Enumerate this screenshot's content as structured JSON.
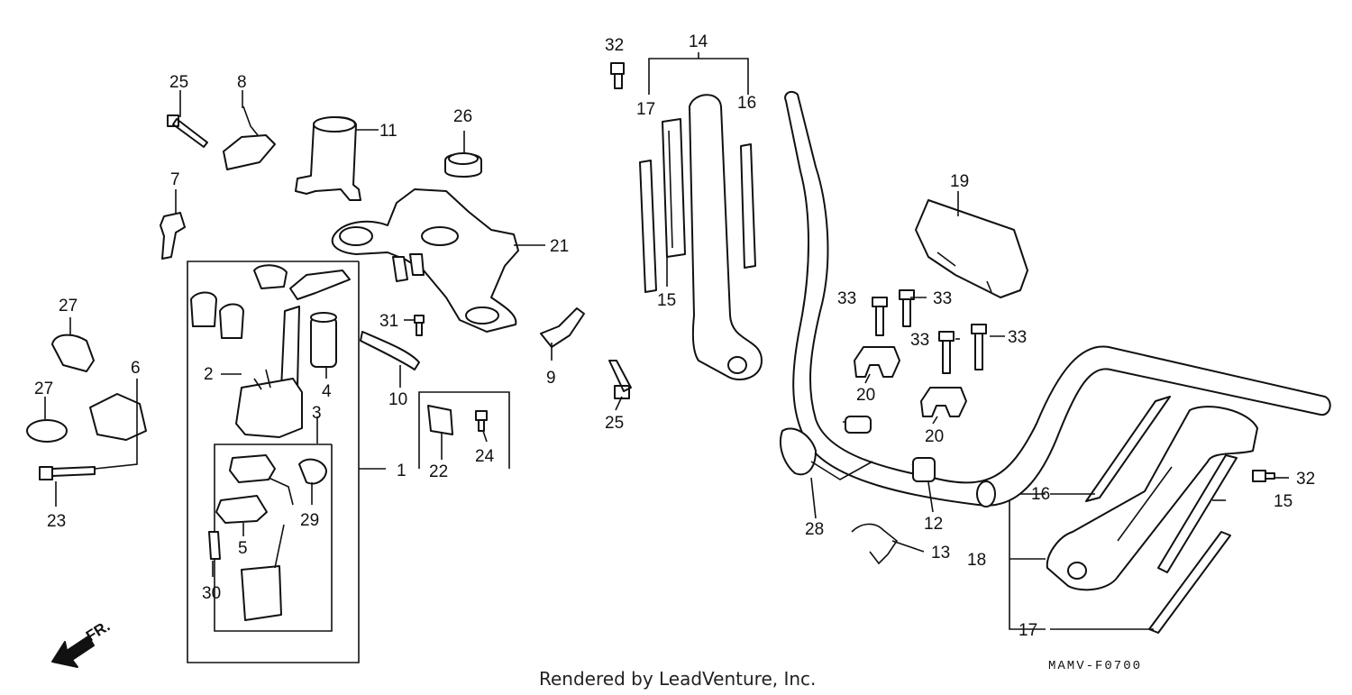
{
  "diagram": {
    "code": "MAMV-F0700",
    "credit": "Rendered by LeadVenture, Inc.",
    "front_arrow_label": "FR.",
    "callouts": [
      "1",
      "2",
      "3",
      "4",
      "5",
      "6",
      "7",
      "8",
      "9",
      "10",
      "11",
      "12",
      "13",
      "14",
      "15",
      "15",
      "16",
      "16",
      "17",
      "17",
      "18",
      "19",
      "20",
      "20",
      "21",
      "22",
      "23",
      "24",
      "25",
      "25",
      "26",
      "27",
      "27",
      "28",
      "29",
      "30",
      "31",
      "32",
      "32",
      "33",
      "33",
      "33",
      "33"
    ]
  }
}
